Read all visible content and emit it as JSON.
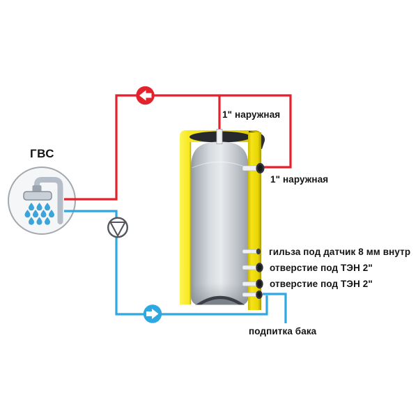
{
  "labels": {
    "gvs": "ГВС",
    "top_connection": "1\" наружная",
    "side_connection": "1\" наружная",
    "sensor_sleeve": "гильза под датчик 8 мм внутр",
    "heater_port_1": "отверстие под ТЭН 2\"",
    "heater_port_2": "отверстие под ТЭН 2\"",
    "tank_makeup": "подпитка бака"
  },
  "icons": {
    "hot_flow": "arrow-left-icon",
    "cold_flow": "arrow-right-icon",
    "pump": "pump-icon",
    "consumer": "shower-icon"
  },
  "colors": {
    "hot_line": "#e2222c",
    "cold_line": "#2fa8e1",
    "shell_yellow": "#f0df0a",
    "tank_grey": "#d6dade",
    "dark_port": "#2f3238",
    "label_text": "#141414"
  }
}
